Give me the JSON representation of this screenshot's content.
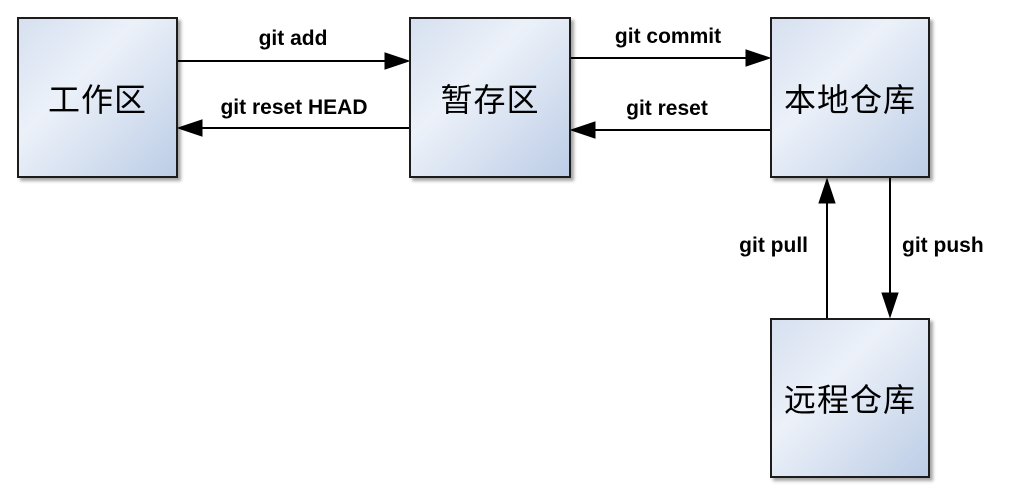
{
  "diagram": {
    "type": "flow-diagram",
    "topic": "git",
    "nodes": [
      {
        "id": "working-area",
        "label": "工作区"
      },
      {
        "id": "staging-area",
        "label": "暂存区"
      },
      {
        "id": "local-repo",
        "label": "本地仓库"
      },
      {
        "id": "remote-repo",
        "label": "远程仓库"
      }
    ],
    "edges": [
      {
        "label": "git add",
        "from": "工作区",
        "to": "暂存区",
        "direction": "right"
      },
      {
        "label": "git reset HEAD",
        "from": "暂存区",
        "to": "工作区",
        "direction": "left"
      },
      {
        "label": "git commit",
        "from": "暂存区",
        "to": "本地仓库",
        "direction": "right"
      },
      {
        "label": "git reset",
        "from": "本地仓库",
        "to": "暂存区",
        "direction": "left"
      },
      {
        "label": "git pull",
        "from": "远程仓库",
        "to": "本地仓库",
        "direction": "up"
      },
      {
        "label": "git push",
        "from": "本地仓库",
        "to": "远程仓库",
        "direction": "down"
      }
    ],
    "colors": {
      "node_fill_light": "#ecf1f9",
      "node_fill_dark": "#bccde6",
      "node_border": "#1c1c1c",
      "arrow": "#000000",
      "label_text": "#000000",
      "background": "#ffffff"
    }
  }
}
